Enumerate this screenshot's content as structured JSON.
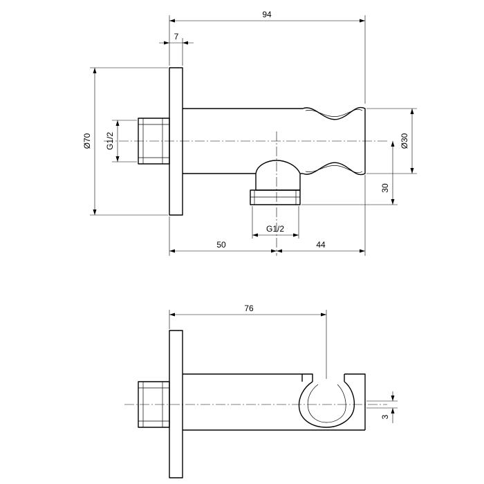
{
  "drawings": {
    "front_view": {
      "dim_overall_length": "94",
      "dim_flange_thickness": "7",
      "dim_flange_diameter": "Ø70",
      "dim_inlet_thread": "G1/2",
      "dim_body_diameter": "Ø30",
      "dim_outlet_offset": "30",
      "dim_outlet_thread": "G1/2",
      "dim_outlet_position": "50",
      "dim_outlet_to_end": "44"
    },
    "bottom_view": {
      "dim_length_to_holder": "76",
      "dim_slot_offset": "3"
    }
  }
}
